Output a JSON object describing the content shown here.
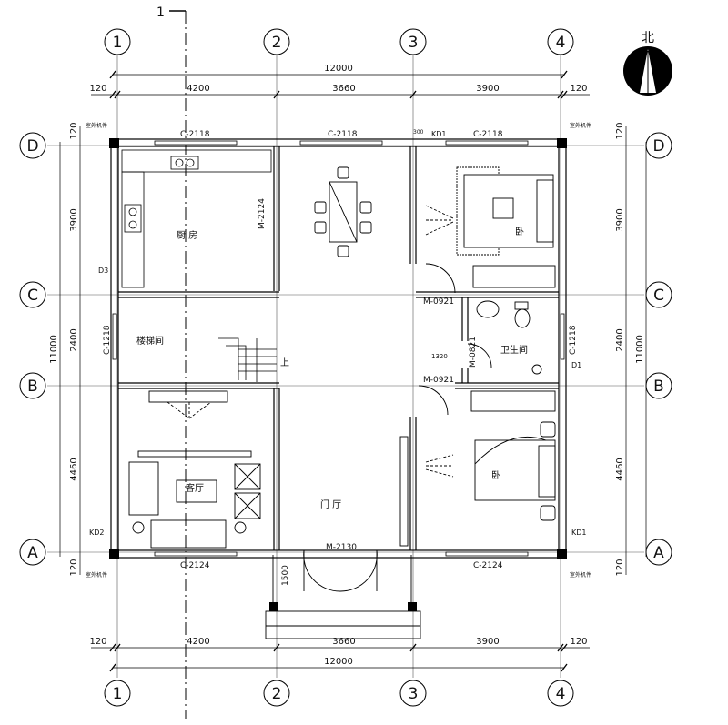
{
  "section_mark": "1",
  "north_label": "北",
  "axes": {
    "cols": [
      "1",
      "2",
      "3",
      "4"
    ],
    "rows": [
      "D",
      "C",
      "B",
      "A"
    ]
  },
  "dims": {
    "total_h": "12000",
    "edge": "120",
    "span1": "4200",
    "span2": "3660",
    "span3": "3900",
    "total_v": "11000",
    "row_dc": "3900",
    "row_cb": "2400",
    "row_ba": "4460",
    "porch": "1500",
    "d1320": "1320"
  },
  "rooms": {
    "kitchen": "厨 房",
    "stair": "楼梯间",
    "bed1": "卧",
    "bath": "卫生间",
    "bed2": "卧",
    "hall": "门 厅",
    "living": "客厅",
    "up": "上"
  },
  "windows": {
    "c2118": "C-2118",
    "c1218": "C-1218",
    "c2124": "C-2124"
  },
  "doors": {
    "m2124": "M-2124",
    "m0921": "M-0921",
    "m0821": "M-0821",
    "m2130": "M-2130"
  },
  "tags": {
    "kd1": "KD1",
    "kd2": "KD2",
    "d1": "D1",
    "d3": "D3",
    "ac": "室外机件",
    "n300": "300"
  }
}
